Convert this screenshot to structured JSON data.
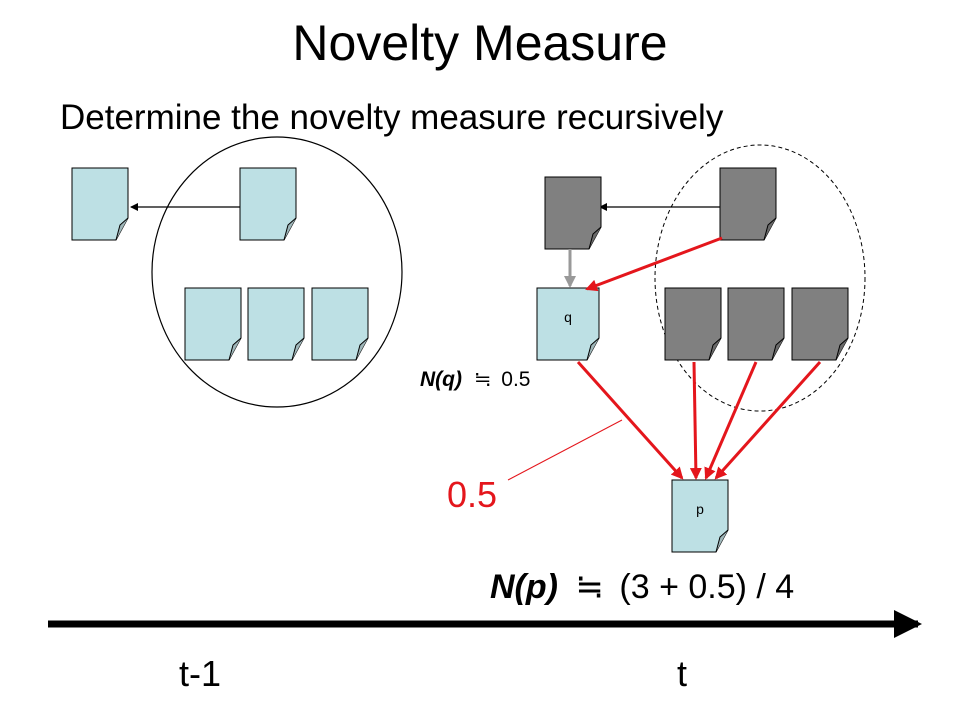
{
  "title": "Novelty Measure",
  "subtitle": "Determine the novelty measure recursively",
  "labels": {
    "q": "q",
    "p": "p",
    "nq_name": "N(q)",
    "nq_value": "0.5",
    "edge_weight": "0.5",
    "np_name": "N(p)",
    "np_value": "(3 + 0.5) / 4",
    "approx_symbol": "≒"
  },
  "timeline": {
    "left": "t-1",
    "right": "t"
  },
  "colors": {
    "doc_light": "#bde0e4",
    "doc_dark": "#808080",
    "arrow_red": "#e4161c",
    "arrow_gray": "#999999"
  }
}
